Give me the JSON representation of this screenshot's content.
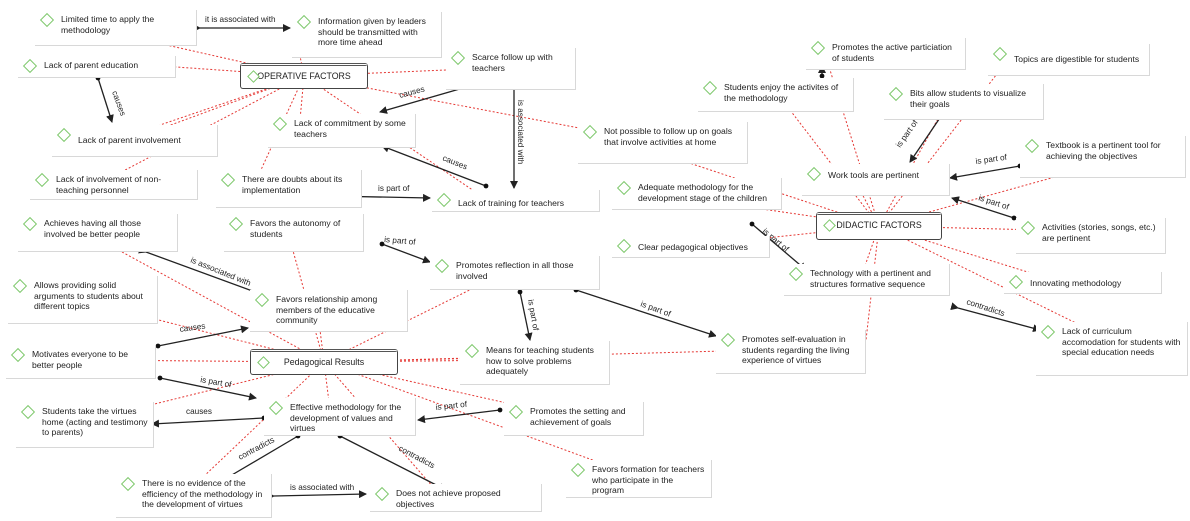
{
  "hubs": {
    "operative": "OPERATIVE FACTORS",
    "didactic": "DIDACTIC FACTORS",
    "pedagogical": "Pedagogical Results"
  },
  "nodes": {
    "n1": "Limited time to apply the methodology",
    "n2": "Information given by leaders should be transmitted with more time ahead",
    "n3": "Lack of parent education",
    "n4": "Scarce follow up with teachers",
    "n5": "Lack of parent involvement",
    "n6": "Lack of commitment by some teachers",
    "n7": "Not possible to follow up on goals that involve activities at home",
    "n8": "Lack of involvement of non-teaching personnel",
    "n9": "There are doubts about its implementation",
    "n10": "Lack of training for teachers",
    "n11": "Achieves having all those involved be better people",
    "n12": "Favors the autonomy of students",
    "n13": "Promotes reflection in all those involved",
    "n14": "Allows providing solid arguments to students about different topics",
    "n15": "Favors relationship among members of the educative community",
    "n16": "Motivates everyone to be better people",
    "n17": "Means for teaching students how to solve problems adequately",
    "n18": "Promotes self-evaluation in students regarding the living experience of virtues",
    "n19": "Students take the virtues home (acting and testimony to parents)",
    "n20": "Effective methodology for the development of values and virtues",
    "n21": "Promotes the setting and achievement of goals",
    "n22": "Favors formation for teachers who participate in the program",
    "n23": "There is no evidence of the efficiency of the methodology in the development of virtues",
    "n24": "Does not achieve proposed objectives",
    "n25": "Promotes the active particiation of students",
    "n26": "Topics are digestible for students",
    "n27": "Students enjoy the activites of the methodology",
    "n28": "Bits allow students to visualize their goals",
    "n29": "Textbook is a pertinent tool for achieving the objectives",
    "n30": "Work tools are pertinent",
    "n31": "Adequate methodology for the development stage of the children",
    "n32": "Clear pedagogical objectives",
    "n33": "Activities (stories, songs, etc.) are pertinent",
    "n34": "Technology with a pertinent and structures formative sequence",
    "n35": "Innovating methodology",
    "n36": "Lack of curriculum accomodation for students with special education needs"
  },
  "edge_labels": {
    "e1": "it is associated with",
    "e2": "causes",
    "e3": "causes",
    "e4": "is associated with",
    "e5": "causes",
    "e6": "is part of",
    "e7": "is part of",
    "e8": "is associated with",
    "e9": "is part of",
    "e10": "is part of",
    "e11": "causes",
    "e12": "is part of",
    "e13": "causes",
    "e14": "is part of",
    "e15": "contradicts",
    "e16": "contradicts",
    "e17": "is associated with",
    "e18": "is part of",
    "e19": "is part of",
    "e20": "is part of",
    "e21": "contradicts"
  },
  "colors": {
    "dashed_link": "#e53935",
    "arrow": "#222222",
    "icon": "#7ec86c"
  }
}
